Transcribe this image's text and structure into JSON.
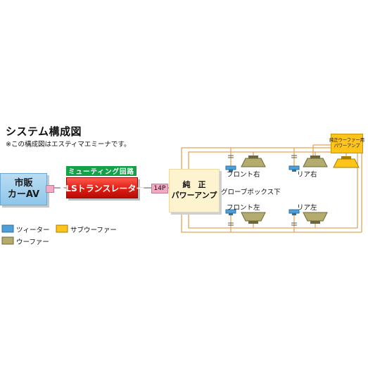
{
  "title": "システム構成図",
  "note": "※この構成図はエスティマエミーナです。",
  "car_av": {
    "line1": "市販",
    "line2": "カーAV"
  },
  "muting": "ミューティング回路",
  "sls": "SLSトランスレーター",
  "connector": "14P",
  "amp": {
    "line1": "純　正",
    "line2": "パワーアンプ"
  },
  "glovebox": "グローブボックス下",
  "sub_amp": {
    "line1": "純正ウーファー用",
    "line2": "パワーアンプ"
  },
  "speakers": {
    "front_right": "フロント右",
    "rear_right": "リア右",
    "front_left": "フロント左",
    "rear_left": "リア左"
  },
  "legend": {
    "tweeter": "ツィーター",
    "subwoofer": "サブウーファー",
    "woofer": "ウーファー"
  },
  "colors": {
    "tweeter": "#4f9fd8",
    "subwoofer": "#ffc419",
    "woofer": "#b3ac6e",
    "wire": "#e3a35a",
    "sls_red": "#e01a10",
    "muting_green": "#13a24a",
    "car_av_blue": "#8fc6ea",
    "amp_cream": "#fdf4cf",
    "connector_pink": "#f3a9c4"
  }
}
